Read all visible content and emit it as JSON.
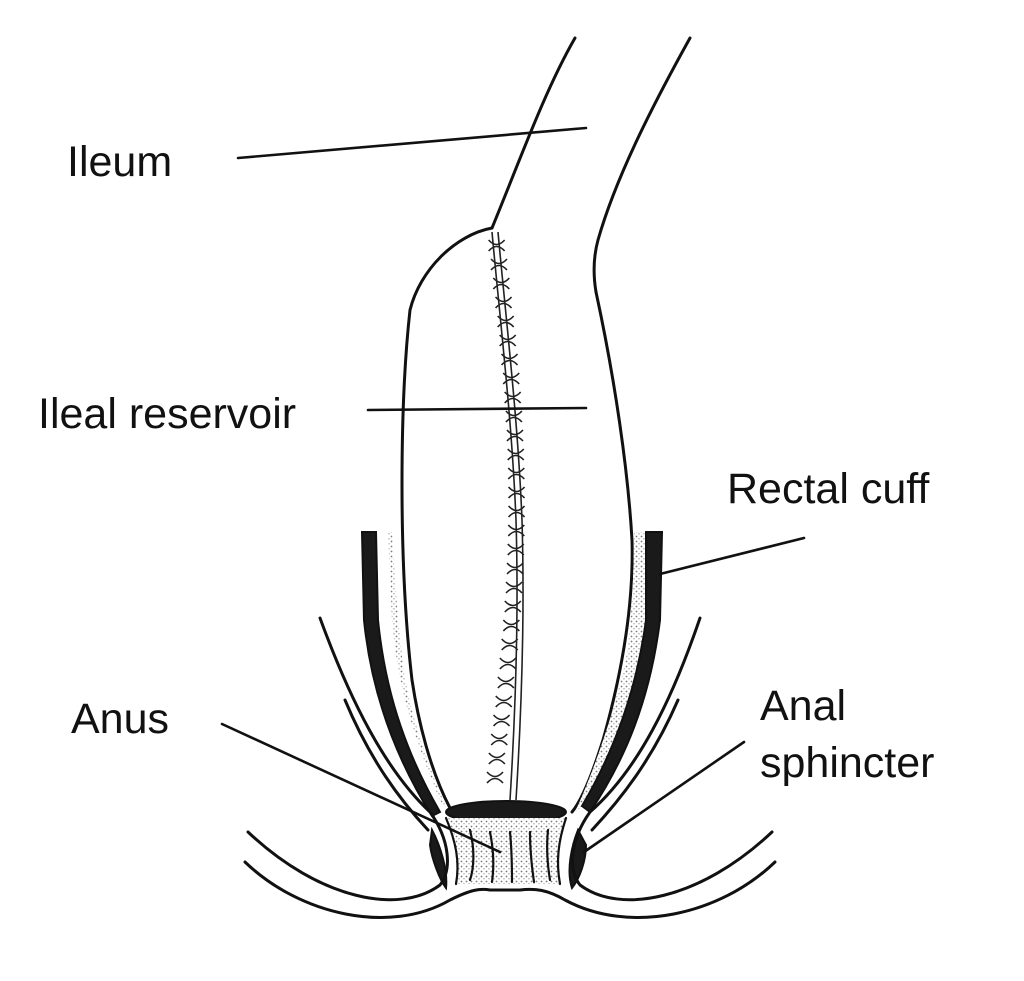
{
  "labels": {
    "ileum": "Ileum",
    "ileal_reservoir": "Ileal reservoir",
    "rectal_cuff": "Rectal cuff",
    "anus": "Anus",
    "anal_sphincter_line1": "Anal",
    "anal_sphincter_line2": "sphincter"
  },
  "colors": {
    "ink": "#111111",
    "background": "#ffffff",
    "stipple": "#9a9a9a"
  }
}
